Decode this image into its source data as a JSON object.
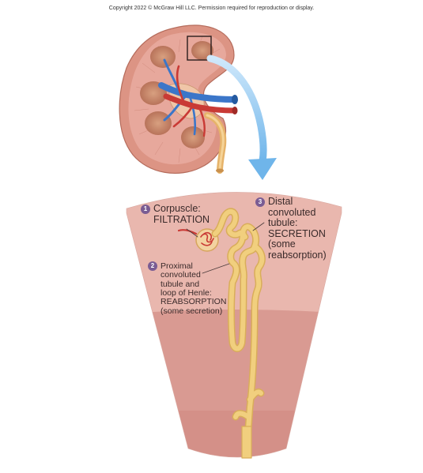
{
  "copyright": "Copyright 2022 © McGraw Hill LLC. Permission required for reproduction or display.",
  "labels": {
    "corpuscle": {
      "number": "1",
      "line1": "Corpuscle:",
      "line2": "FILTRATION"
    },
    "proximal": {
      "number": "2",
      "line1": "Proximal",
      "line2": "convoluted",
      "line3": "tubule and",
      "line4": "loop of Henle:",
      "line5": "REABSORPTION",
      "line6": "(some secretion)"
    },
    "distal": {
      "number": "3",
      "line1": "Distal",
      "line2": "convoluted",
      "line3": "tubule:",
      "line4": "SECRETION",
      "line5": "(some",
      "line6": "reabsorption)"
    }
  },
  "colors": {
    "cortex": "#e9b7ae",
    "medulla": "#d99a92",
    "kidney_tissue": "#d98f7f",
    "pyramid": "#c98a6a",
    "vein": "#3b76c9",
    "artery": "#c93a35",
    "ureter": "#e6b36a",
    "arrow": "#8fc8ef",
    "tubule": "#f1cf7e",
    "badge": "#7a5c93"
  }
}
